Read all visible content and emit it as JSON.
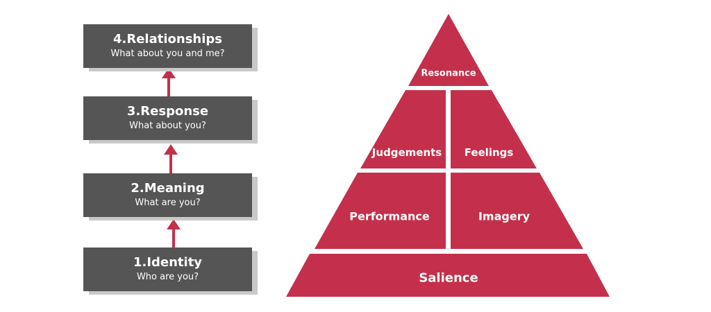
{
  "steps": [
    {
      "title": "4.Relationships",
      "subtitle": "What about you and me?"
    },
    {
      "title": "3.Response",
      "subtitle": "What about you?"
    },
    {
      "title": "2.Meaning",
      "subtitle": "What are you?"
    },
    {
      "title": "1.Identity",
      "subtitle": "Who are you?"
    }
  ],
  "pyramid": {
    "resonance": "Resonance",
    "judgements": "Judgements",
    "feelings": "Feelings",
    "performance": "Performance",
    "imagery": "Imagery",
    "salience": "Salience"
  },
  "colors": {
    "box_fill": "#555555",
    "box_shadow": "#c9c9c9",
    "pyramid_fill": "#c4304b",
    "arrow": "#c4304b",
    "text": "#ffffff"
  }
}
